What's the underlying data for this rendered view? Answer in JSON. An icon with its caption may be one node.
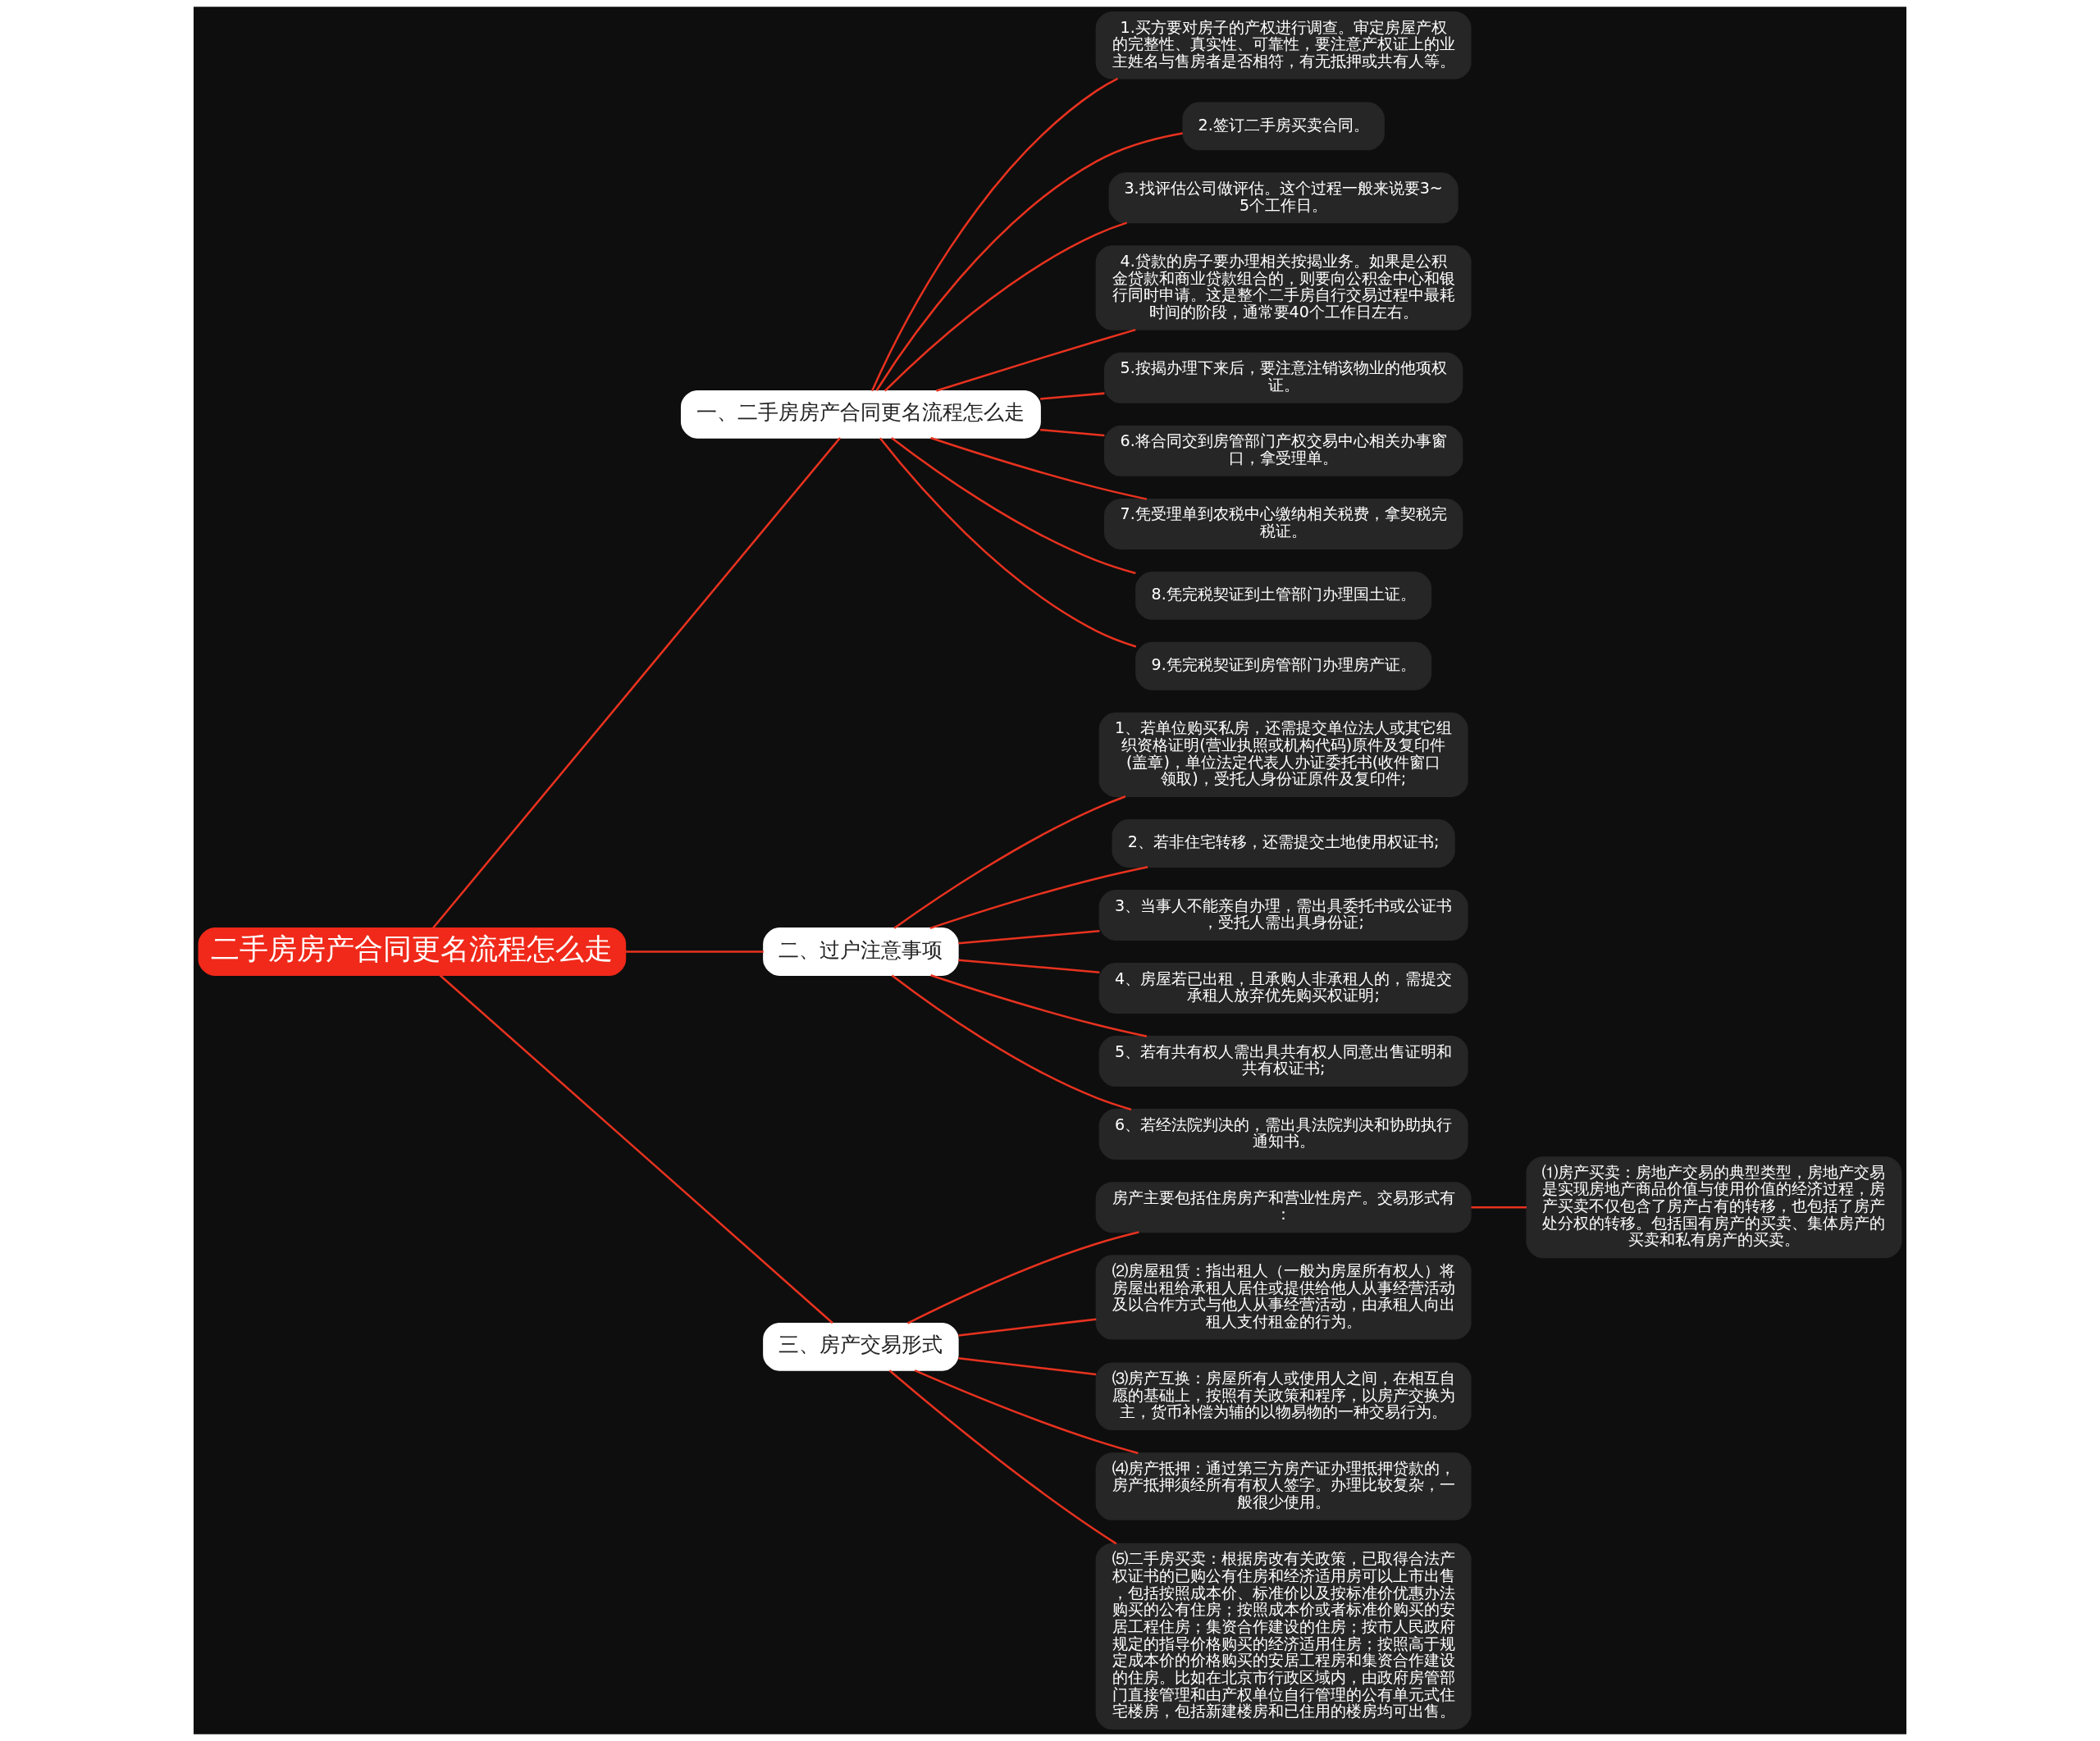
{
  "diagram": {
    "nodes": [
      {
        "text": [
          "二手房房产合同更名流程怎么走"
        ]
      },
      {
        "text": [
          "一、二手房房产合同更名流程怎么走"
        ]
      },
      {
        "text": [
          "1.买方要对房子的产权进行调查。审定房屋产权的完整性、真实性、可靠性，要注意产权证上的业主姓名与售房者是否相符，有无抵押或共有人等。"
        ]
      },
      {
        "text": [
          "2.签订二手房买卖合同。"
        ]
      },
      {
        "text": [
          "3.找评估公司做评估。这个过程一般来说要3~5个工作日。"
        ]
      },
      {
        "text": [
          "4.贷款的房子要办理相关按揭业务。如果是公积金贷款和商业贷款组合的，则要向公积金中心和银行同时申请。这是整个二手房自行交易过程中最耗时间的阶段，通常要40个工作日左右。"
        ]
      },
      {
        "text": [
          "5.按揭办理下来后，要注意注销该物业的他项权证。"
        ]
      },
      {
        "text": [
          "6.将合同交到房管部门产权交易中心相关办事窗口，拿受理单。"
        ]
      },
      {
        "text": [
          "7.凭受理单到农税中心缴纳相关税费，拿契税完税证。"
        ]
      },
      {
        "text": [
          "8.凭完税契证到土管部门办理国土证。"
        ]
      },
      {
        "text": [
          "9.凭完税契证到房管部门办理房产证。"
        ]
      },
      {
        "text": [
          "二、过户注意事项"
        ]
      },
      {
        "text": [
          "1、若单位购买私房，还需提交单位法人或其它组织资格证明(营业执照或机构代码)原件及复印件(盖章)，单位法定代表人办证委托书(收件窗口领取)，受托人身份证原件及复印件;"
        ]
      },
      {
        "text": [
          "2、若非住宅转移，还需提交土地使用权证书;"
        ]
      },
      {
        "text": [
          "3、当事人不能亲自办理，需出具委托书或公证书，受托人需出具身份证;"
        ]
      },
      {
        "text": [
          "4、房屋若已出租，且承购人非承租人的，需提交承租人放弃优先购买权证明;"
        ]
      },
      {
        "text": [
          "5、若有共有权人需出具共有权人同意出售证明和共有权证书;"
        ]
      },
      {
        "text": [
          "6、若经法院判决的，需出具法院判决和协助执行通知书。"
        ]
      },
      {
        "text": [
          "三、房产交易形式"
        ]
      },
      {
        "text": [
          "房产主要包括住房房产和营业性房产。交易形式有："
        ]
      },
      {
        "text": [
          "⑴房产买卖：房地产交易的典型类型，房地产交易是实现房地产商品价值与使用价值的经济过程，房产买卖不仅包含了房产占有的转移，也包括了房产处分权的转移。包括国有房产的买卖、集体房产的买卖和私有房产的买卖。"
        ]
      },
      {
        "text": [
          "⑵房屋租赁：指出租人（一般为房屋所有权人）将房屋出租给承租人居住或提供给他人从事经营活动及以合作方式与他人从事经营活动，由承租人向出租人支付租金的行为。"
        ]
      },
      {
        "text": [
          "⑶房产互换：房屋所有人或使用人之间，在相互自愿的基础上，按照有关政策和程序，以房产交换为主，货币补偿为辅的以物易物的一种交易行为。"
        ]
      },
      {
        "text": [
          "⑷房产抵押：通过第三方房产证办理抵押贷款的，房产抵押须经所有有权人签字。办理比较复杂，一般很少使用。"
        ]
      },
      {
        "text": [
          "⑸二手房买卖：根据房改有关政策，已取得合法产权证书的已购公有住房和经济适用房可以上市出售，包括按照成本价、标准价以及按标准价优惠办法购买的公有住房；按照成本价或者标准价购买的安居工程住房；集资合作建设的住房；按市人民政府规定的指导价格购买的经济适用住房；按照高于规定成本价的价格购买的安居工程房和集资合作建设的住房。比如在北京市行政区域内，由政府房管部门直接管理和由产权单位自行管理的公有单元式住宅楼房，包括新建楼房和已住用的楼房均可出售。"
        ]
      }
    ],
    "edges": [
      {
        "from": 0,
        "to": 1,
        "arrow": "none"
      },
      {
        "from": 1,
        "to": 2,
        "arrow": "none"
      },
      {
        "from": 1,
        "to": 3,
        "arrow": "none"
      },
      {
        "from": 1,
        "to": 4,
        "arrow": "none"
      },
      {
        "from": 1,
        "to": 5,
        "arrow": "none"
      },
      {
        "from": 1,
        "to": 6,
        "arrow": "none"
      },
      {
        "from": 1,
        "to": 7,
        "arrow": "none"
      },
      {
        "from": 1,
        "to": 8,
        "arrow": "none"
      },
      {
        "from": 1,
        "to": 9,
        "arrow": "none"
      },
      {
        "from": 1,
        "to": 10,
        "arrow": "none"
      },
      {
        "from": 0,
        "to": 11,
        "arrow": "none"
      },
      {
        "from": 11,
        "to": 12,
        "arrow": "none"
      },
      {
        "from": 11,
        "to": 13,
        "arrow": "none"
      },
      {
        "from": 11,
        "to": 14,
        "arrow": "none"
      },
      {
        "from": 11,
        "to": 15,
        "arrow": "none"
      },
      {
        "from": 11,
        "to": 16,
        "arrow": "none"
      },
      {
        "from": 11,
        "to": 17,
        "arrow": "none"
      },
      {
        "from": 0,
        "to": 18,
        "arrow": "none"
      },
      {
        "from": 18,
        "to": 19,
        "arrow": "none"
      },
      {
        "from": 19,
        "to": 20,
        "arrow": "none"
      },
      {
        "from": 18,
        "to": 21,
        "arrow": "none"
      },
      {
        "from": 18,
        "to": 22,
        "arrow": "none"
      },
      {
        "from": 18,
        "to": 23,
        "arrow": "none"
      },
      {
        "from": 18,
        "to": 24,
        "arrow": "none"
      }
    ]
  }
}
